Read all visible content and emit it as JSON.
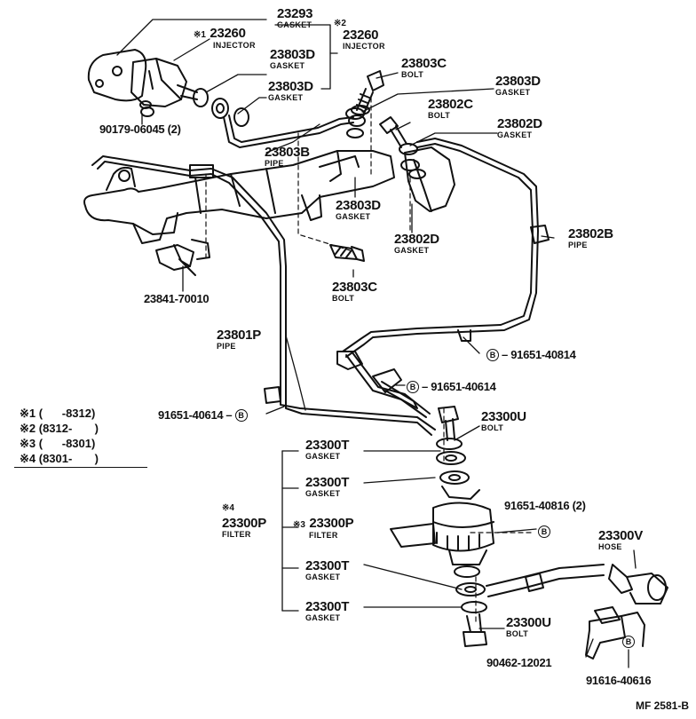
{
  "labels": {
    "l23293": {
      "pn": "23293",
      "sub": "GASKET"
    },
    "l23260a": {
      "mark": "※1",
      "pn": "23260",
      "sub": "INJECTOR"
    },
    "l23260b": {
      "mark": "※2",
      "pn": "23260",
      "sub": "INJECTOR"
    },
    "l23803D1": {
      "pn": "23803D",
      "sub": "GASKET"
    },
    "l23803D2": {
      "pn": "23803D",
      "sub": "GASKET"
    },
    "l23803C1": {
      "pn": "23803C",
      "sub": "BOLT"
    },
    "l23803D3": {
      "pn": "23803D",
      "sub": "GASKET"
    },
    "l23802C": {
      "pn": "23802C",
      "sub": "BOLT"
    },
    "l23802D1": {
      "pn": "23802D",
      "sub": "GASKET"
    },
    "l90179": {
      "pn": "90179-06045 (2)"
    },
    "l23803B": {
      "pn": "23803B",
      "sub": "PIPE"
    },
    "l23803D4": {
      "pn": "23803D",
      "sub": "GASKET"
    },
    "l23802D2": {
      "pn": "23802D",
      "sub": "GASKET"
    },
    "l23802B": {
      "pn": "23802B",
      "sub": "PIPE"
    },
    "l23841": {
      "pn": "23841-70010"
    },
    "l23803C2": {
      "pn": "23803C",
      "sub": "BOLT"
    },
    "l23801P": {
      "pn": "23801P",
      "sub": "PIPE"
    },
    "l23300U1": {
      "pn": "23300U",
      "sub": "BOLT"
    },
    "l23300T1": {
      "pn": "23300T",
      "sub": "GASKET"
    },
    "l23300T2": {
      "pn": "23300T",
      "sub": "GASKET"
    },
    "l23300Pa": {
      "mark": "※4",
      "pn": "23300P",
      "sub": "FILTER"
    },
    "l23300Pb": {
      "mark": "※3",
      "pn": "23300P",
      "sub": "FILTER"
    },
    "l23300T3": {
      "pn": "23300T",
      "sub": "GASKET"
    },
    "l23300T4": {
      "pn": "23300T",
      "sub": "GASKET"
    },
    "l23300V": {
      "pn": "23300V",
      "sub": "HOSE"
    },
    "l23300U2": {
      "pn": "23300U",
      "sub": "BOLT"
    },
    "l90462": {
      "pn": "90462-12021"
    },
    "l91616": {
      "pn": "91616-40616"
    }
  },
  "brefs": {
    "b1": {
      "letter": "B",
      "text": "91651-40814"
    },
    "b2": {
      "letter": "B",
      "text": "91651-40614"
    },
    "b3": {
      "letter": "B",
      "text": "91651-40614"
    },
    "b4": {
      "letter": "B",
      "text": "91651-40816 (2)"
    },
    "b5": {
      "letter": "B"
    }
  },
  "legend": [
    "※1 (      -8312)",
    "※2 (8312-       )",
    "※3 (      -8301)",
    "※4 (8301-       )"
  ],
  "footer": "MF 2581-B"
}
